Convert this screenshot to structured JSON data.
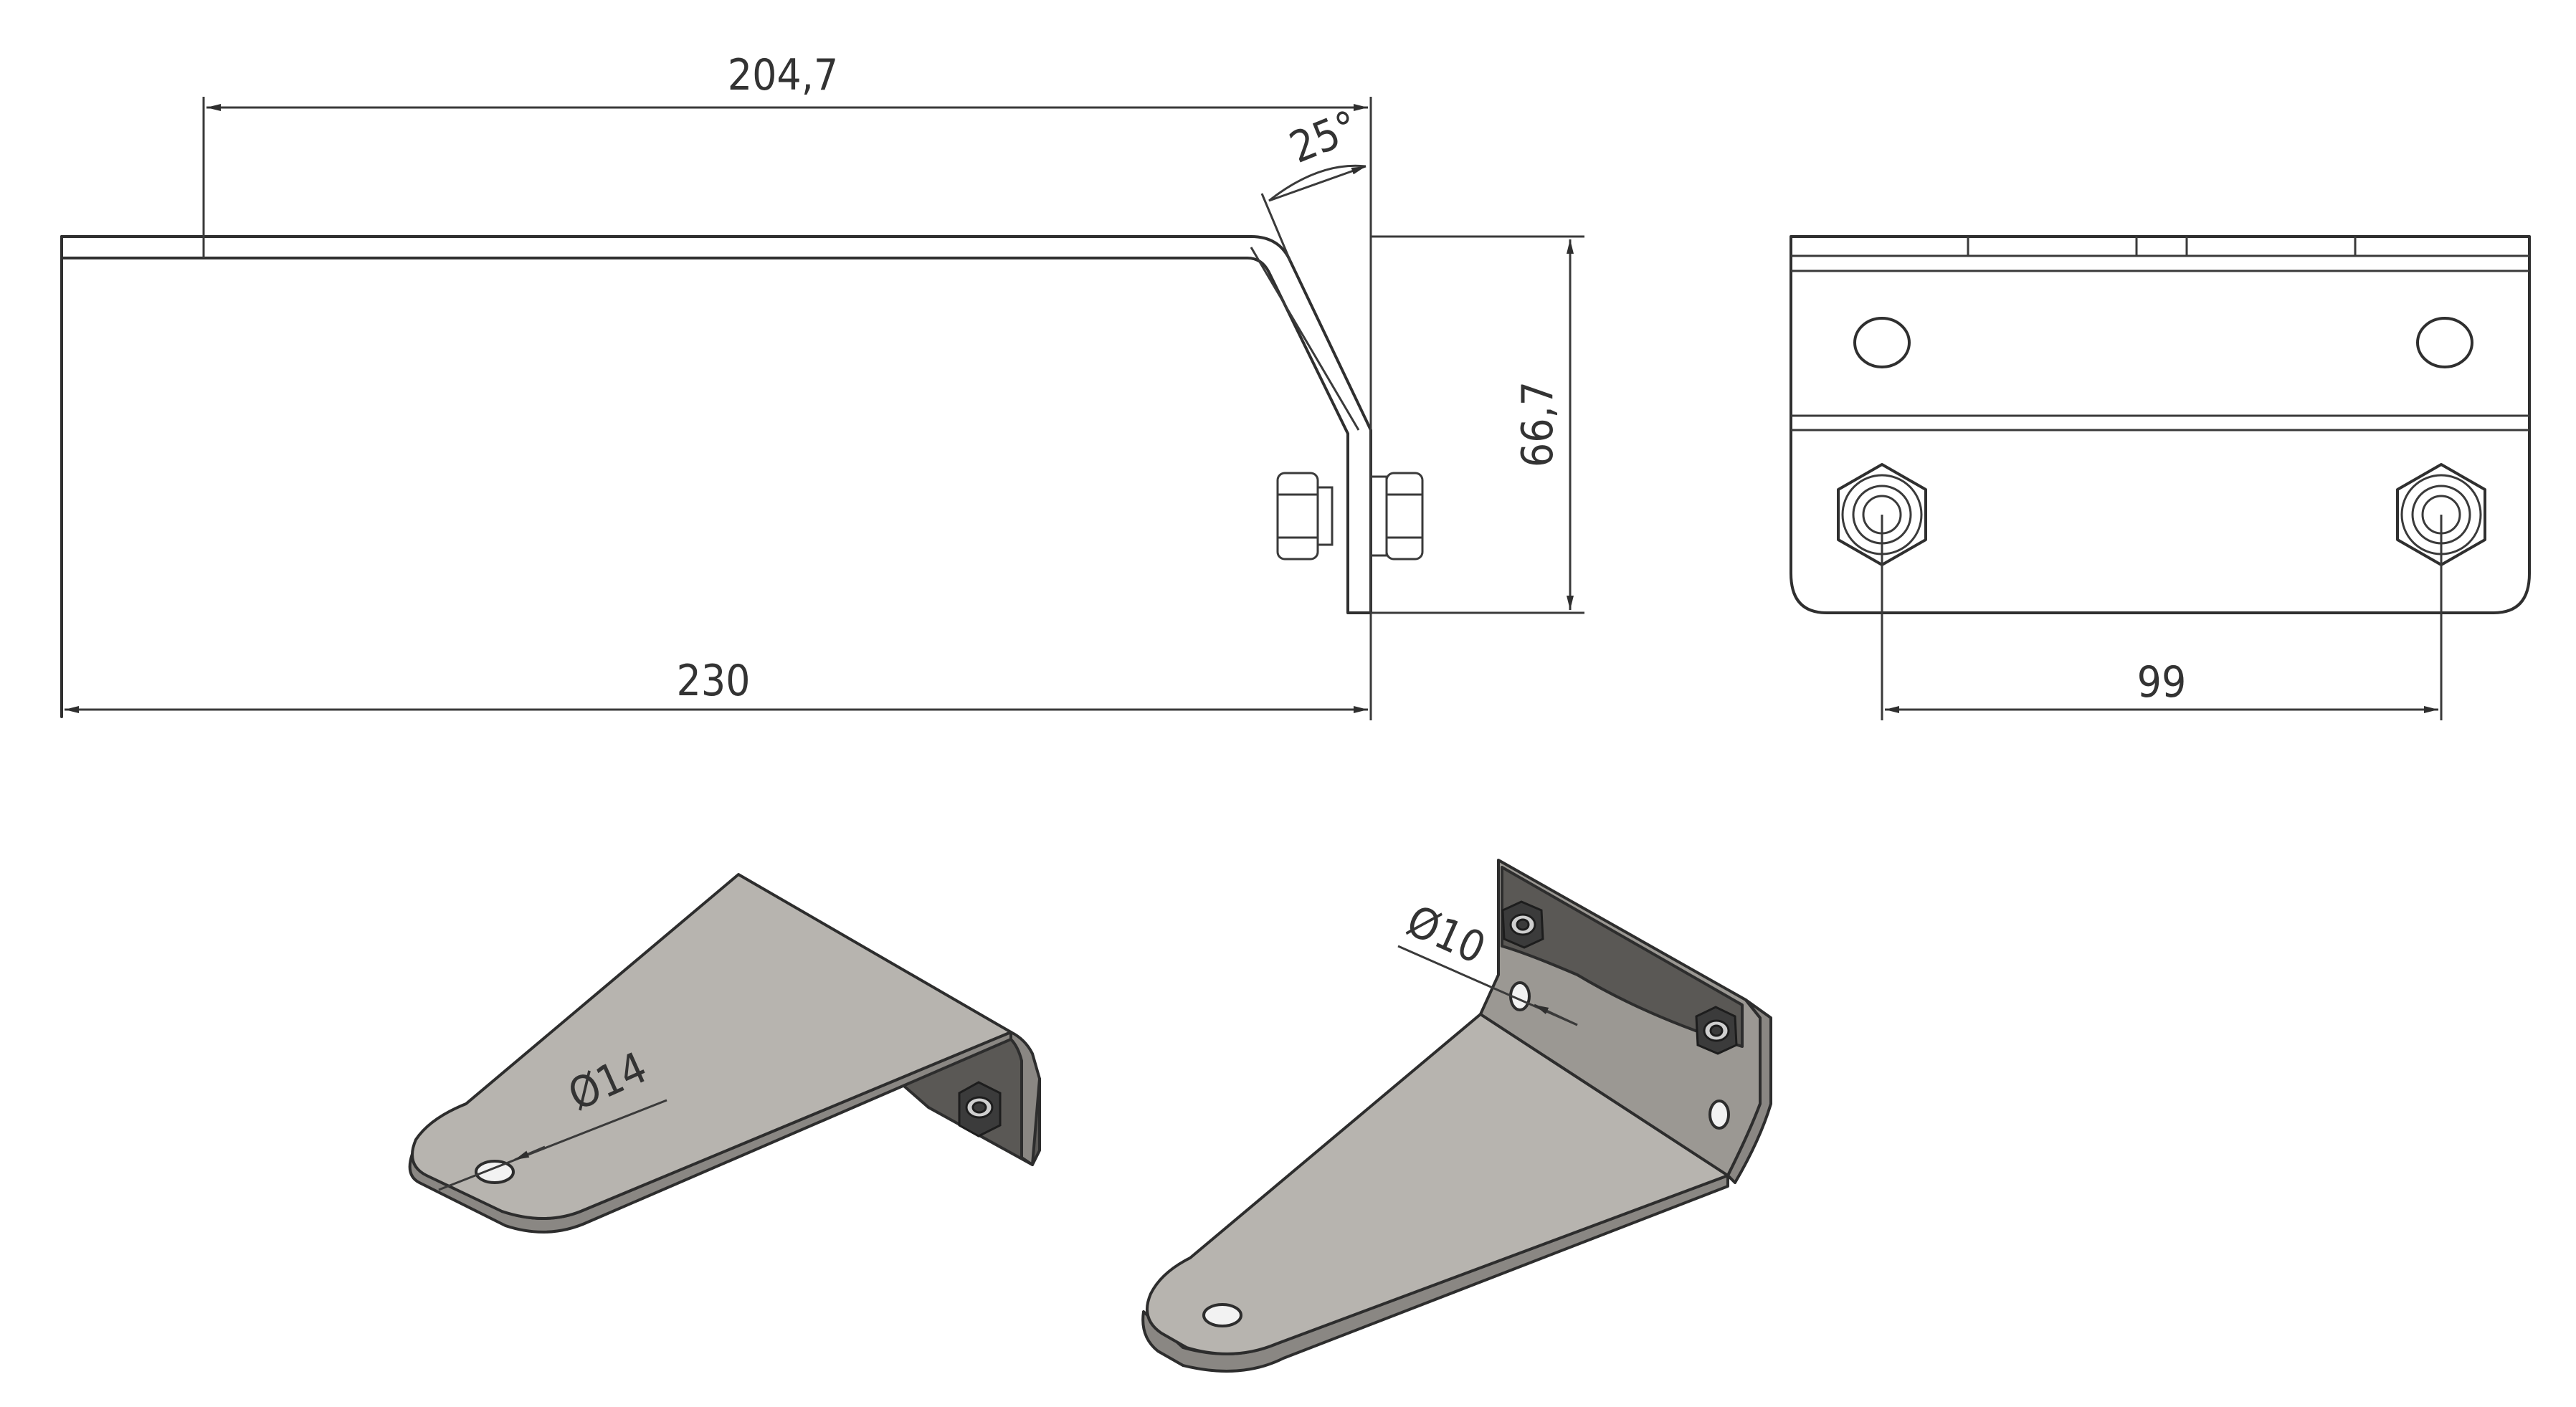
{
  "dimensions": {
    "top_length": "204,7",
    "bend_angle": "25°",
    "height": "66,7",
    "overall_length": "230",
    "hole_spacing": "99",
    "diameter_large": "Ø14",
    "diameter_small": "Ø10"
  },
  "colors": {
    "line": "#2f2f2f",
    "metal_light": "#b7b4af",
    "metal_dark": "#5a5855"
  }
}
